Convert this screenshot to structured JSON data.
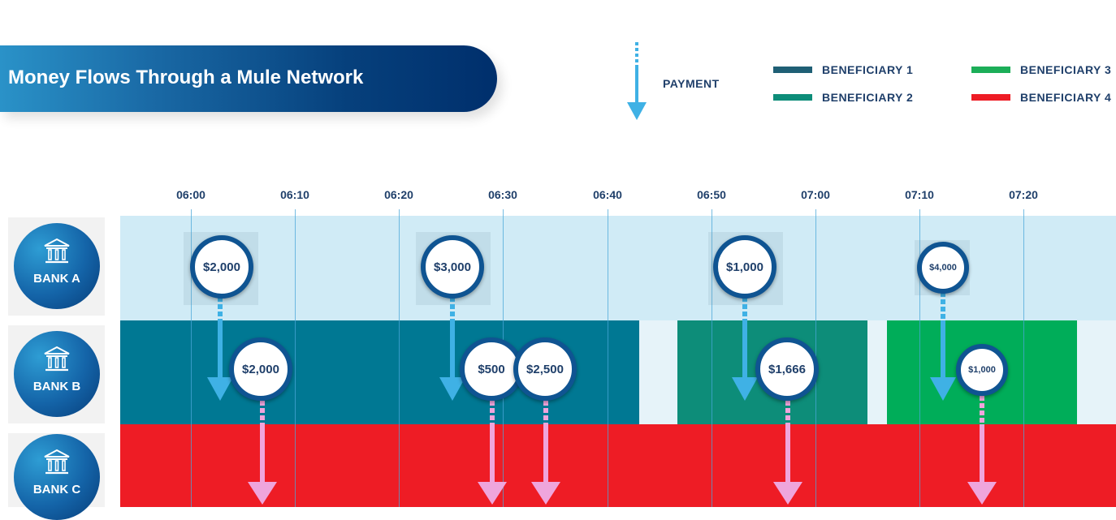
{
  "header": {
    "title": "Money Flows Through a Mule Network"
  },
  "legend": {
    "payment_label": "PAYMENT",
    "beneficiaries": [
      {
        "label": "BENEFICIARY 1",
        "color": "#1f5f75"
      },
      {
        "label": "BENEFICIARY 2",
        "color": "#0d8d79"
      },
      {
        "label": "BENEFICIARY 3",
        "color": "#1cae58"
      },
      {
        "label": "BENEFICIARY 4",
        "color": "#ee1c25"
      }
    ]
  },
  "timeline": {
    "ticks": [
      "06:00",
      "06:10",
      "06:20",
      "06:30",
      "06:40",
      "06:50",
      "07:00",
      "07:10",
      "07:20"
    ]
  },
  "banks": [
    {
      "label": "BANK A"
    },
    {
      "label": "BANK B"
    },
    {
      "label": "BANK C"
    }
  ],
  "payments": {
    "bank_a": [
      "$2,000",
      "$3,000",
      "$1,000",
      "$4,000"
    ],
    "bank_b": [
      "$2,000",
      "$500",
      "$2,500",
      "$1,666",
      "$1,000"
    ]
  },
  "colors": {
    "bank_a_lane": "#d0ebf6",
    "bank_b_teal_dark": "#007893",
    "bank_b_teal": "#0d8d79",
    "bank_b_green": "#00ad59",
    "bank_b_gap": "#e6f3f9",
    "bank_c_lane": "#ee1c25",
    "payment_arrow": "#3fb1e5",
    "outflow_arrow": "#efa5dc"
  }
}
